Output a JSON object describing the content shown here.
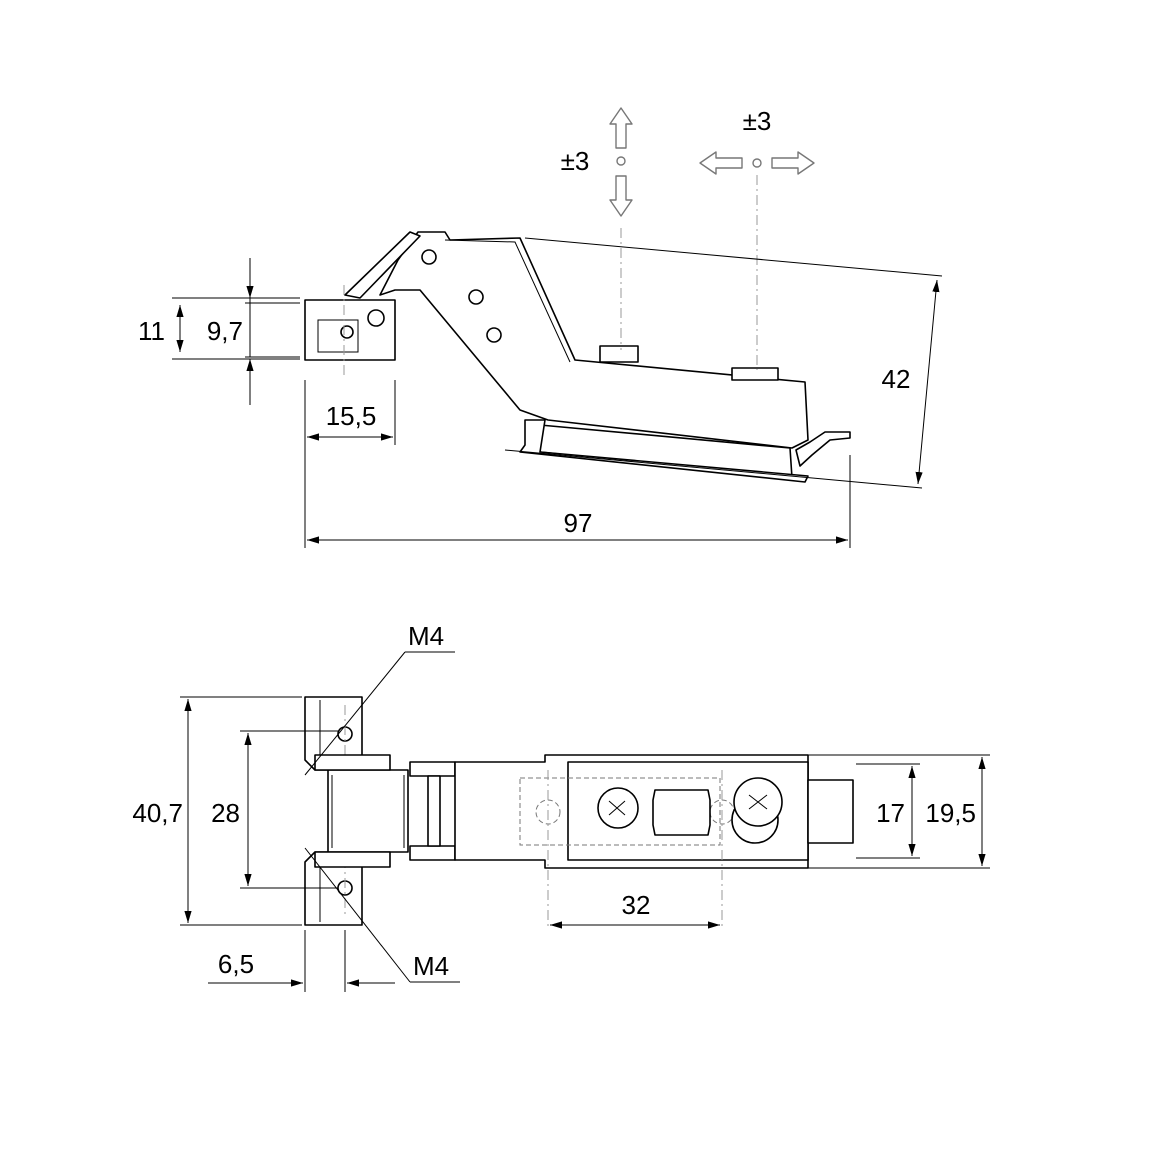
{
  "side_view": {
    "dim_11": "11",
    "dim_9_7": "9,7",
    "dim_15_5": "15,5",
    "dim_97": "97",
    "dim_42": "42",
    "adjust_vertical": "±3",
    "adjust_horizontal": "±3"
  },
  "top_view": {
    "thread_top": "M4",
    "thread_bottom": "M4",
    "dim_40_7": "40,7",
    "dim_28": "28",
    "dim_6_5": "6,5",
    "dim_32": "32",
    "dim_17": "17",
    "dim_19_5": "19,5"
  },
  "colors": {
    "line": "#000000",
    "centerline": "#999999",
    "hidden": "#777777"
  }
}
